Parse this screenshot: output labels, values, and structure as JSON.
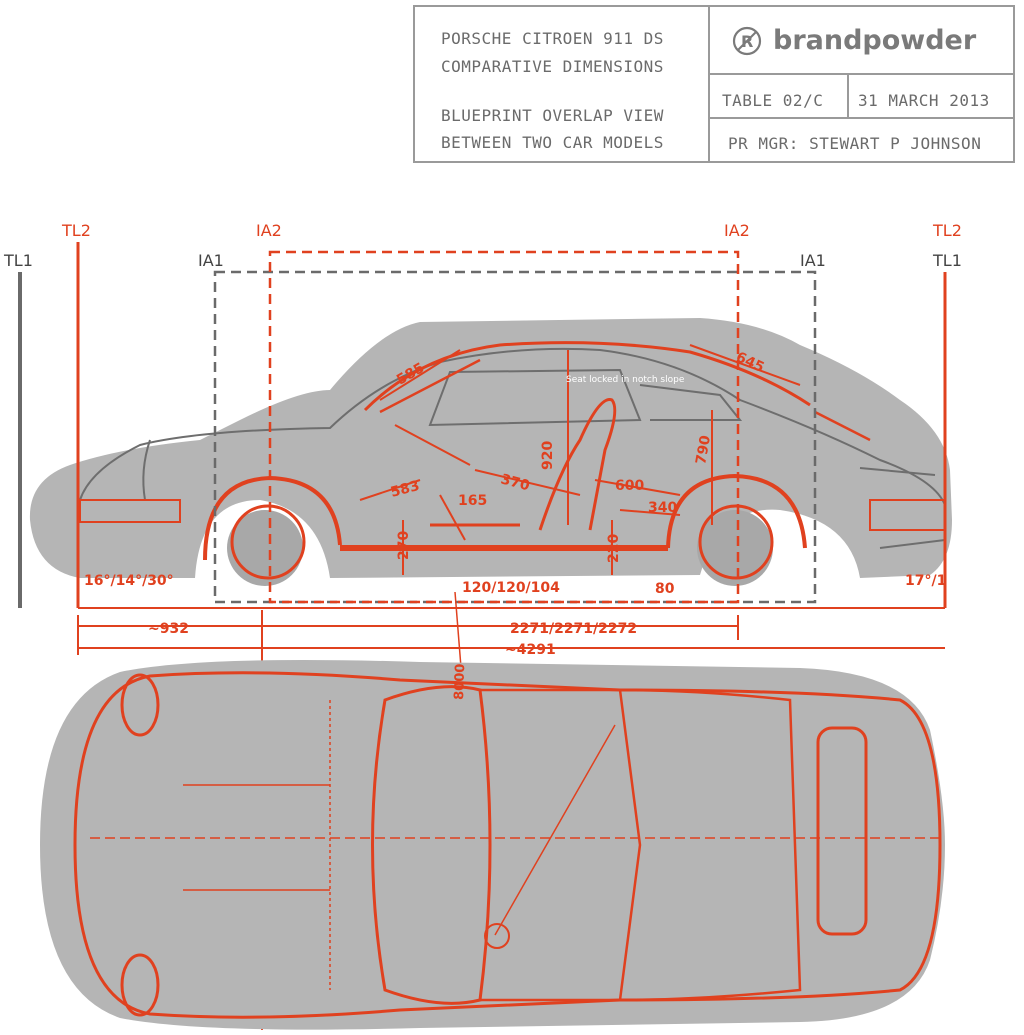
{
  "title_block": {
    "line1": "PORSCHE CITROEN  911 DS",
    "line2": "COMPARATIVE DIMENSIONS",
    "line3": "BLUEPRINT OVERLAP VIEW",
    "line4": "BETWEEN TWO CAR MODELS",
    "brand": "brandpowder",
    "table": "TABLE 02/C",
    "date": "31 MARCH 2013",
    "manager": "PR MGR: STEWART P JOHNSON"
  },
  "markers": {
    "tl2_left": "TL2",
    "tl2_right": "TL2",
    "tl1_left": "TL1",
    "tl1_right": "TL1",
    "ia2_left": "IA2",
    "ia2_right": "IA2",
    "ia1_left": "IA1",
    "ia1_right": "IA1"
  },
  "dimensions": {
    "d585": "585",
    "d645": "645",
    "d920": "920",
    "d790": "790",
    "d370": "370",
    "d583": "583",
    "d165": "165",
    "d600": "600",
    "d340": "340",
    "d270": "270",
    "d220": "220",
    "angle_front": "16°/14°/30°",
    "angle_rear": "17°/1",
    "clearance": "120/120/104",
    "d80": "80",
    "overhang": "~932",
    "wheelbase": "2271/2271/2272",
    "length": "~4291",
    "d8000": "8000",
    "seat_note": "Seat locked in notch slope"
  },
  "colors": {
    "accent": "#e0411f",
    "gray_body": "#b3b3b3",
    "dark_line": "#6a6a6a",
    "title_text": "#6b6b6b"
  }
}
